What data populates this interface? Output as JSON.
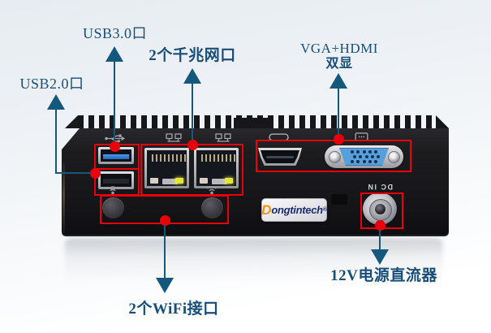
{
  "image_type": "annotated-product-front-panel",
  "annotations": {
    "usb3": {
      "label": "USB3.0口"
    },
    "usb2": {
      "label": "USB2.0口"
    },
    "lan": {
      "label": "2个千兆网口"
    },
    "display": {
      "line1": "VGA+HDMI",
      "line2": "双显"
    },
    "wifi": {
      "label": "2个WiFi接口"
    },
    "power": {
      "label": "12V电源直流器"
    }
  },
  "device": {
    "dc_label": "DC IN",
    "brand": {
      "first_letter": "D",
      "rest": "ongtintech",
      "registered": "®"
    },
    "port_icons": {
      "usb": "usb-trident-icon",
      "lan": "network-port-icon",
      "hdmi": "hdmi-connector-icon",
      "vga": "display-icon",
      "wifi": "wifi-antenna-icon"
    }
  },
  "colors": {
    "annotation_blue": "#14587e",
    "label_text": "#174e7a",
    "highlight_red": "#e8000a",
    "usb3_blue": "#2e7fd8",
    "vga_blue": "#58a0dc",
    "logo_orange": "#f0930c",
    "chassis_black": "#1a1a1d"
  }
}
